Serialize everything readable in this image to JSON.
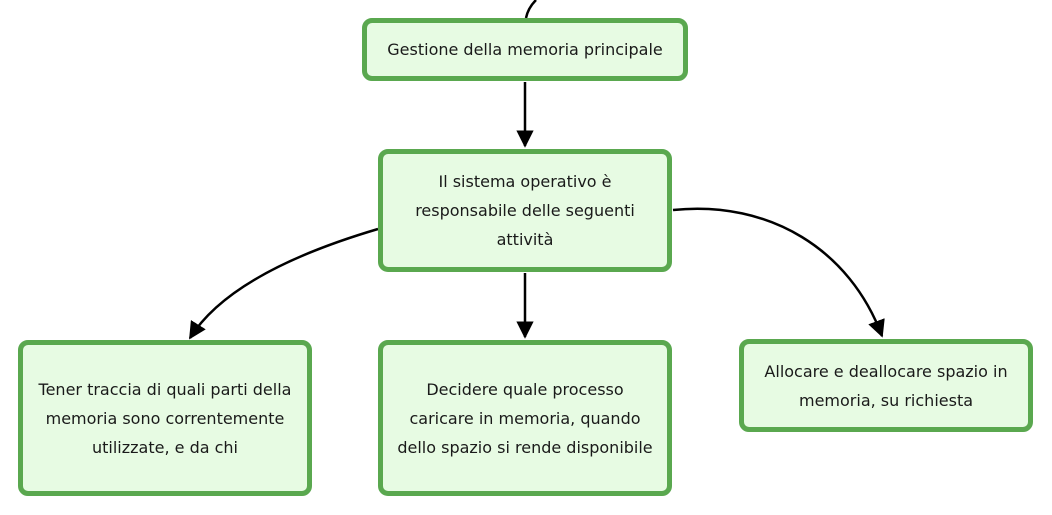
{
  "colors": {
    "node_fill": "#e7fbe3",
    "node_border": "#5aa84f",
    "edge": "#000000",
    "text": "#1a1a1a"
  },
  "nodes": {
    "main": {
      "label": "Gestione della memoria principale"
    },
    "os": {
      "label": "Il sistema operativo è responsabile delle seguenti attività"
    },
    "left": {
      "label": "Tener traccia di quali parti della memoria sono correntemente utilizzate, e da chi"
    },
    "center": {
      "label": "Decidere quale processo caricare in memoria, quando dello spazio si rende disponibile"
    },
    "right": {
      "label": "Allocare e deallocare spazio in memoria, su richiesta"
    }
  }
}
